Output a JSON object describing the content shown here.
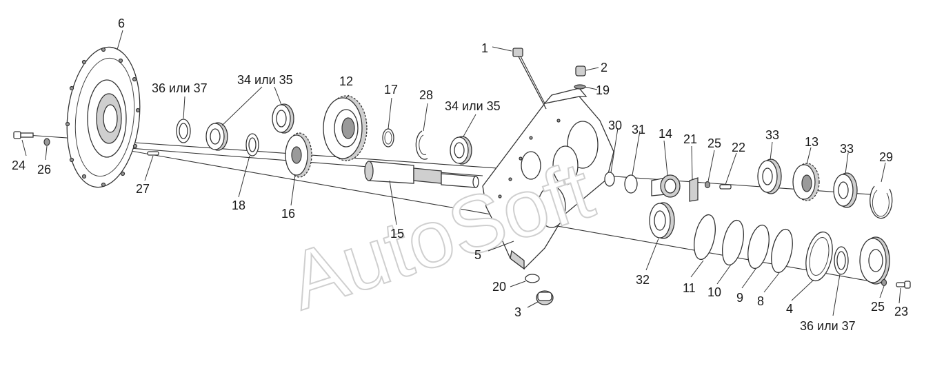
{
  "watermark": "AutoSoft",
  "labels": {
    "p1": "1",
    "p2": "2",
    "p3": "3",
    "p4": "4",
    "p5": "5",
    "p6": "6",
    "p8": "8",
    "p9": "9",
    "p10": "10",
    "p11": "11",
    "p12": "12",
    "p13": "13",
    "p14": "14",
    "p15": "15",
    "p16": "16",
    "p17": "17",
    "p18": "18",
    "p19": "19",
    "p20": "20",
    "p21": "21",
    "p22": "22",
    "p23": "23",
    "p24": "24",
    "p25a": "25",
    "p25b": "25",
    "p26": "26",
    "p27": "27",
    "p28": "28",
    "p29": "29",
    "p30": "30",
    "p31": "31",
    "p32": "32",
    "p33a": "33",
    "p33b": "33",
    "p34a": "34 или 35",
    "p34b": "34 или 35",
    "p36a": "36 или 37",
    "p36b": "36 или 37"
  }
}
